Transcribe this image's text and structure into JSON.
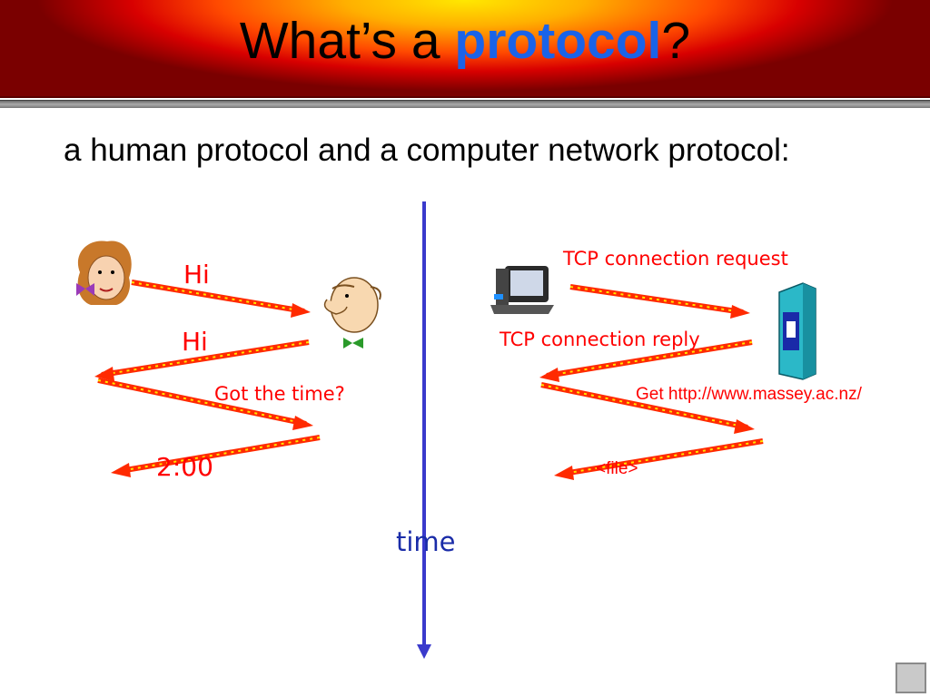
{
  "header": {
    "title_prefix": "What’s a ",
    "title_accent": "protocol",
    "title_suffix": "?"
  },
  "subtitle": "a human protocol and a computer network protocol:",
  "human": {
    "msg1": "Hi",
    "msg2": "Hi",
    "msg3": "Got the time?",
    "msg4": "2:00"
  },
  "network": {
    "msg1": "TCP connection request",
    "msg2": "TCP connection reply",
    "msg3": "Get http://www.massey.ac.nz/",
    "msg4": "<file>"
  },
  "timeline": {
    "label": "time"
  },
  "icons": [
    "woman-avatar-icon",
    "man-avatar-icon",
    "computer-icon",
    "server-icon",
    "home-icon"
  ],
  "colors": {
    "title_accent": "#1a63e8",
    "message_text": "#ff0000",
    "arrow_red": "#ff2a00",
    "arrow_yellow": "#ffe600",
    "time_axis": "#3a3acc"
  }
}
